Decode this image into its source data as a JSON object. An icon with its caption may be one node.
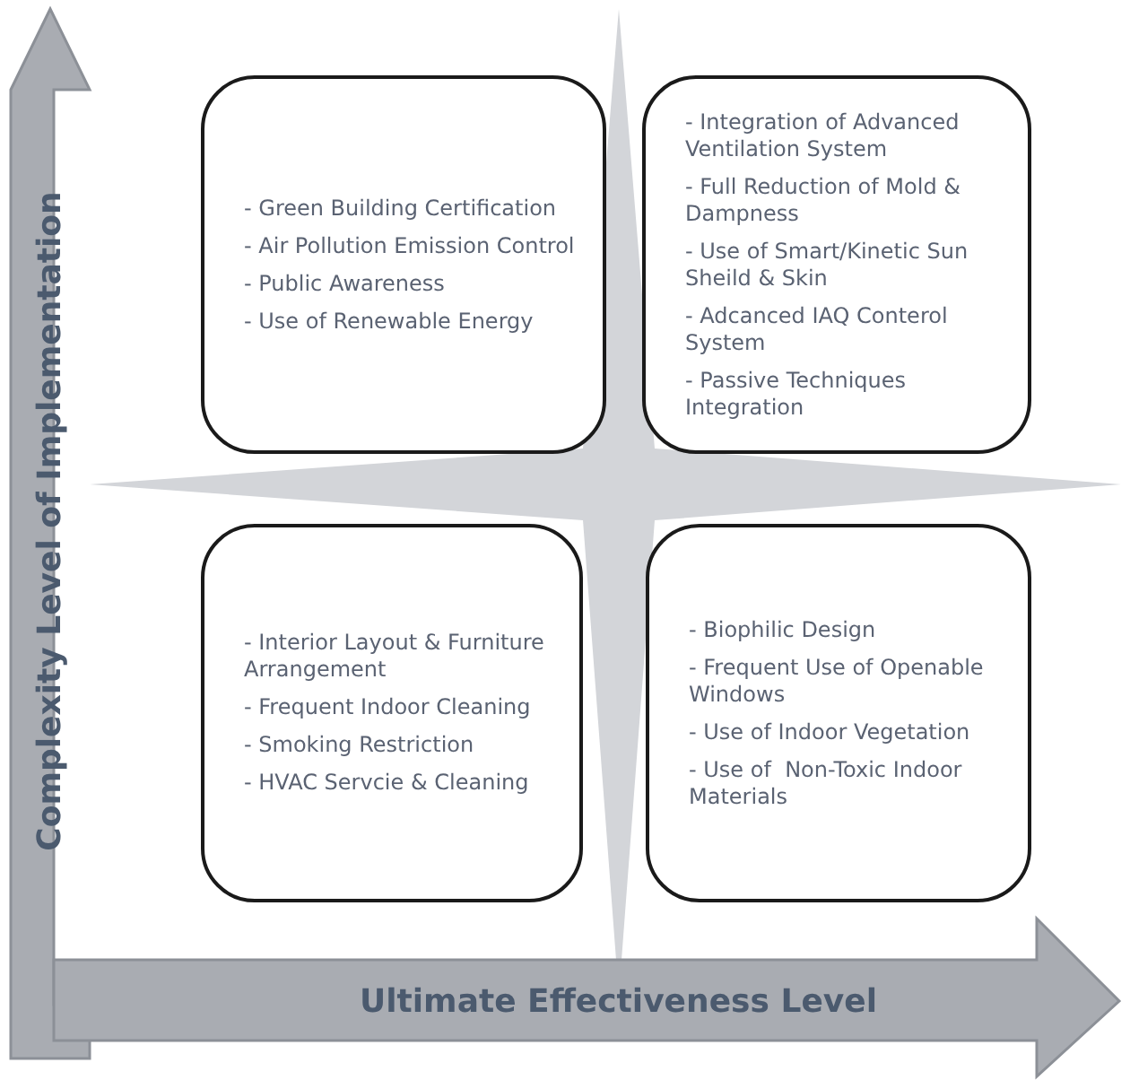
{
  "diagram": {
    "nodes": [
      {
        "text": [
          "- Green Building Certification",
          "- Air Pollution Emission Control",
          "- Public Awareness",
          "- Use of Renewable Energy"
        ]
      },
      {
        "text": [
          "- Integration of Advanced Ventilation System",
          "- Full Reduction of Mold & Dampness",
          "- Use of Smart/Kinetic Sun Sheild & Skin",
          "- Adcanced IAQ Conterol System",
          "- Passive Techniques Integration"
        ]
      },
      {
        "text": [
          "- Interior Layout & Furniture Arrangement",
          "- Frequent Indoor Cleaning",
          "- Smoking Restriction",
          "- HVAC Servcie & Cleaning"
        ]
      },
      {
        "text": [
          "- Biophilic Design",
          "- Frequent Use of Openable Windows",
          "- Use of Indoor Vegetation",
          "- Use of  Non-Toxic Indoor Materials"
        ]
      }
    ],
    "edges": [],
    "labels": [
      "Complexity Level of Implementation",
      "Ultimate Effectiveness Level"
    ]
  }
}
